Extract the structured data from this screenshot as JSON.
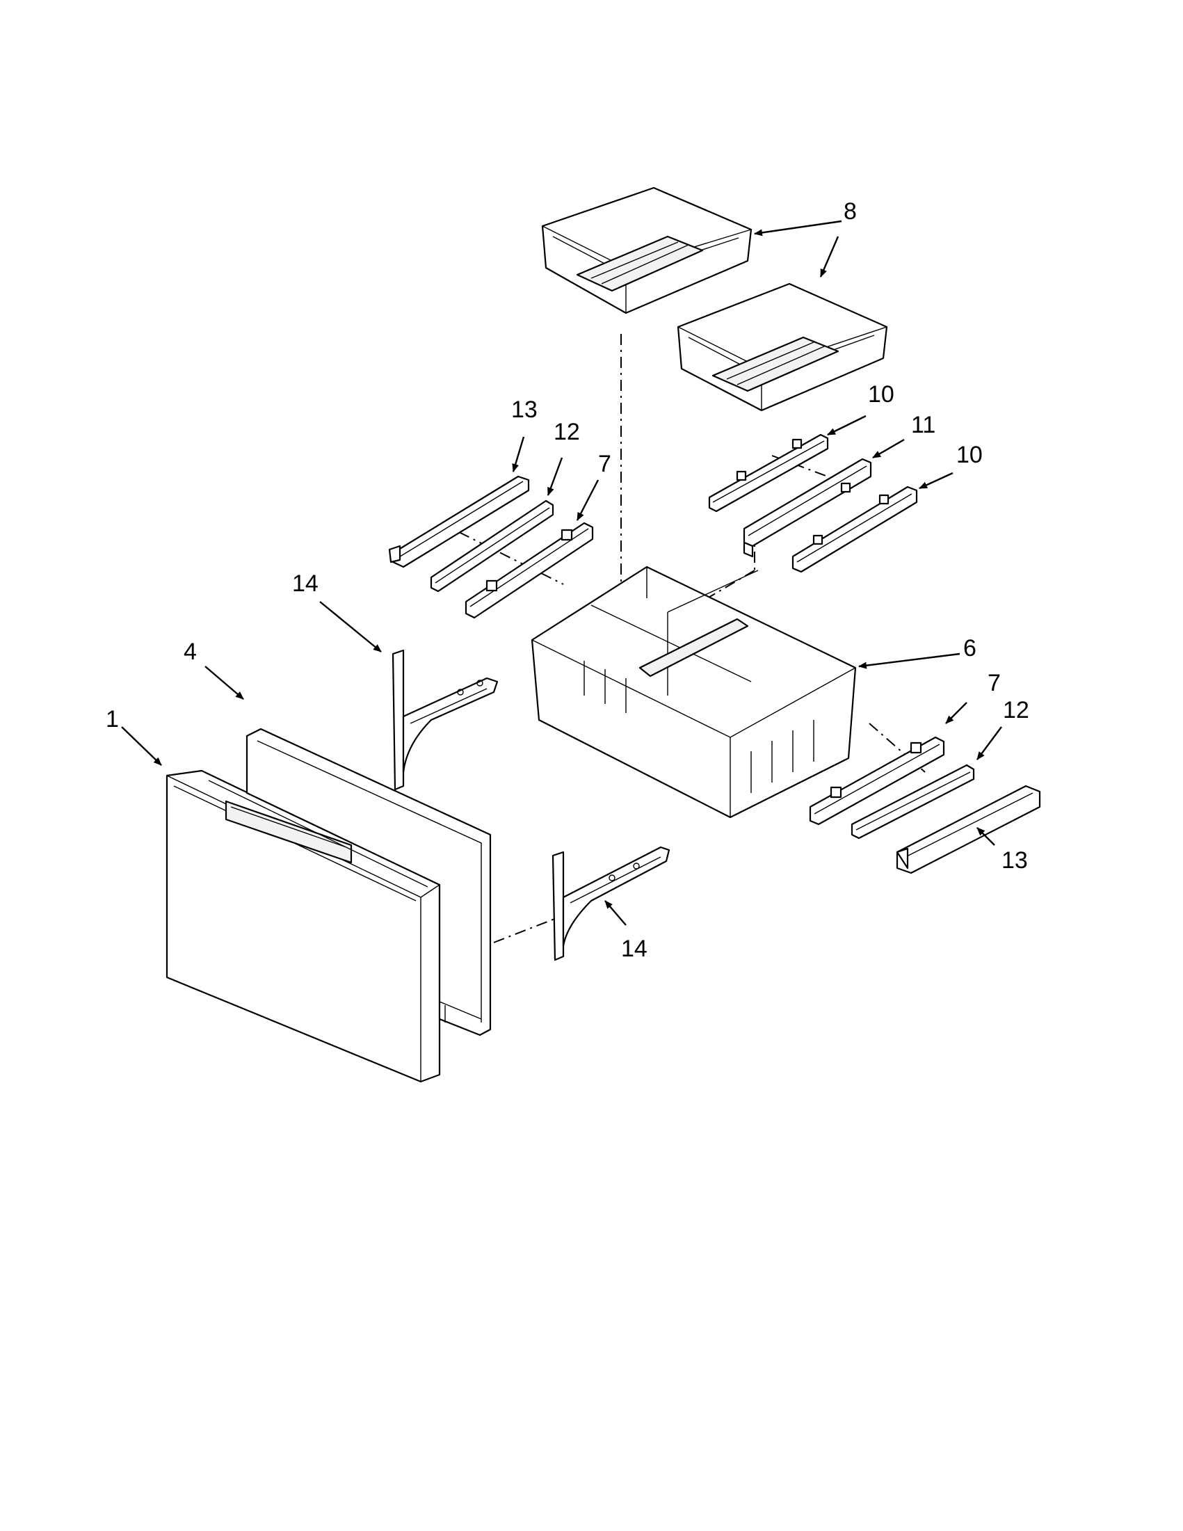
{
  "diagram": {
    "type": "exploded-parts",
    "callouts": {
      "door_panel": "1",
      "door_gasket": "4",
      "freezer_basket": "6",
      "slide_rail_7_upper": "7",
      "slide_rail_7_lower": "7",
      "storage_tray": "8",
      "rail_10_upper": "10",
      "rail_10_lower": "10",
      "rail_11": "11",
      "slide_12_upper": "12",
      "slide_12_lower": "12",
      "slide_13_upper": "13",
      "slide_13_lower": "13",
      "bracket_14_upper": "14",
      "bracket_14_lower": "14"
    }
  }
}
